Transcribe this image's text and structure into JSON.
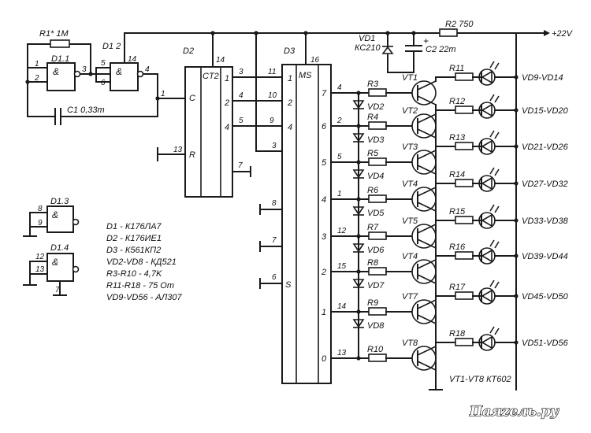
{
  "supply": {
    "voltage": "+22V",
    "r2": "R2 750",
    "vd1_ref": "VD1",
    "vd1_type": "КС210",
    "c2_ref": "C2 22m",
    "c2_plus": "+"
  },
  "osc": {
    "r1": "R1* 1M",
    "c1": "C1 0,33m",
    "g1": {
      "ref": "D1.1",
      "sym": "&",
      "pins": [
        "1",
        "2",
        "3"
      ]
    },
    "g2": {
      "ref": "D1.2",
      "sym": "&",
      "pins": [
        "5",
        "6",
        "4",
        "14"
      ]
    },
    "d1_label": "D1 2"
  },
  "d2": {
    "ref": "D2",
    "title": "CT2",
    "pin_top": "14",
    "c": "C",
    "r": "R",
    "pin_r": "13",
    "pin_c": "1",
    "outs": [
      "1",
      "2",
      "4"
    ],
    "out_pins": [
      "3",
      "4",
      "5"
    ],
    "pin_gnd": "7"
  },
  "d3": {
    "ref": "D3",
    "title": "MS",
    "pin_top": "16",
    "ins": [
      "1",
      "2",
      "4"
    ],
    "in_pins": [
      "11",
      "10",
      "9"
    ],
    "pin3": "3",
    "pin8": "8",
    "pin7": "7",
    "pin6": "6",
    "s": "S",
    "outs": [
      "7",
      "6",
      "5",
      "4",
      "3",
      "2",
      "1",
      "0"
    ],
    "out_pins": [
      "4",
      "2",
      "5",
      "1",
      "12",
      "15",
      "14",
      "13"
    ]
  },
  "spare": {
    "g3": {
      "ref": "D1.3",
      "sym": "&",
      "pins": [
        "8",
        "9"
      ]
    },
    "g4": {
      "ref": "D1.4",
      "sym": "&",
      "pins": [
        "12",
        "13",
        "7"
      ]
    }
  },
  "legend": [
    "D1 - К176ЛА7",
    "D2 - К176ИЕ1",
    "D3 - К561КП2",
    "VD2-VD8 - КД521",
    "R3-R10 - 4,7K",
    "R11-R18 - 75 Om",
    "VD9-VD56 - АЛ307"
  ],
  "rows": [
    {
      "r": "R3",
      "vt": "VT1",
      "rl": "R11",
      "vd": "VD2",
      "led": "VD9-VD14"
    },
    {
      "r": "R4",
      "vt": "VT2",
      "rl": "R12",
      "vd": "VD3",
      "led": "VD15-VD20"
    },
    {
      "r": "R5",
      "vt": "VT3",
      "rl": "R13",
      "vd": "VD4",
      "led": "VD21-VD26"
    },
    {
      "r": "R6",
      "vt": "VT4",
      "rl": "R14",
      "vd": "VD5",
      "led": "VD27-VD32"
    },
    {
      "r": "R7",
      "vt": "VT5",
      "rl": "R15",
      "vd": "VD6",
      "led": "VD33-VD38"
    },
    {
      "r": "R8",
      "vt": "VT4",
      "rl": "R16",
      "vd": "VD7",
      "led": "VD39-VD44"
    },
    {
      "r": "R9",
      "vt": "VT7",
      "rl": "R17",
      "vd": "VD8",
      "led": "VD45-VD50"
    },
    {
      "r": "R10",
      "vt": "VT8",
      "rl": "R18",
      "vd": "",
      "led": "VD51-VD56"
    }
  ],
  "vt_note": "VT1-VT8 КТ602",
  "watermark": "Паяzель.ру"
}
